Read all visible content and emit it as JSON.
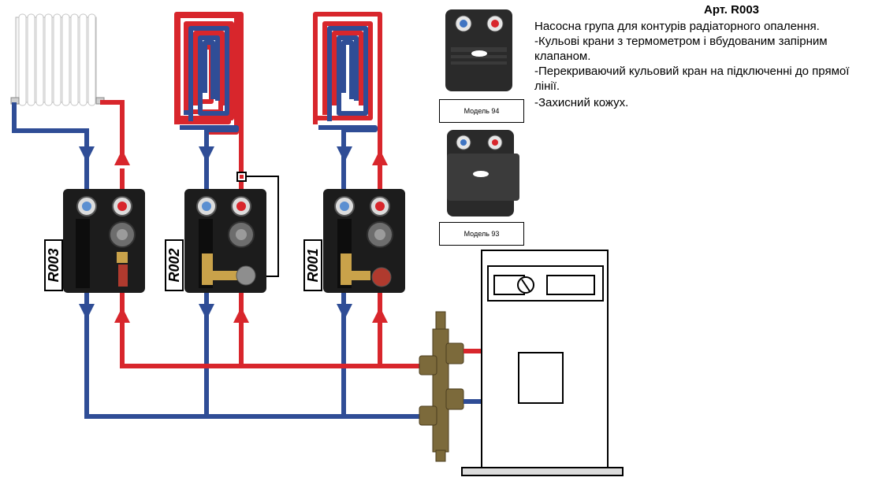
{
  "header": {
    "article": "Арт. R003"
  },
  "description": {
    "lines": [
      "Насосна група для контурів радіаторного опалення.",
      "-Кульові крани з термометром і вбудованим запірним",
      "клапаном.",
      "-Перекриваючий кульовий кран на підключенні до прямої",
      "лінії.",
      "-Захисний кожух."
    ]
  },
  "models": {
    "model_94": "Модель 94",
    "model_93": "Модель 93"
  },
  "groups": {
    "left": "R003",
    "middle": "R002",
    "right": "R001"
  },
  "colors": {
    "supply": "#d8262c",
    "return": "#2f4d96",
    "cabinet": "#1c1c1c",
    "hydro_separator": "#7c6a3b"
  }
}
